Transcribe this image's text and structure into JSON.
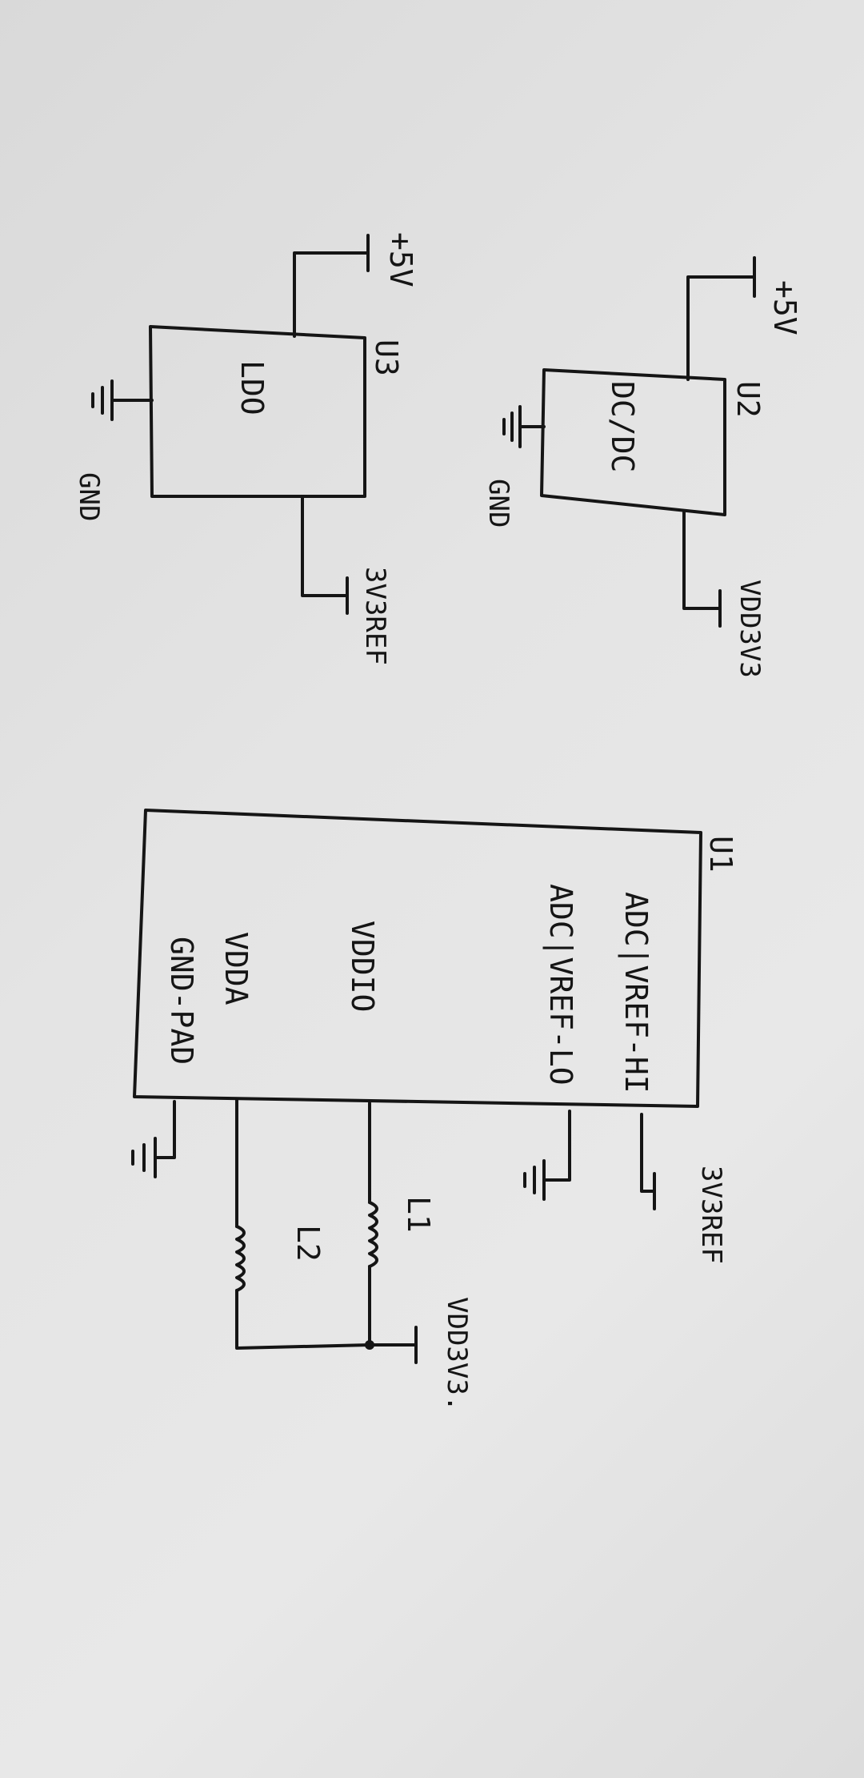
{
  "schematic": {
    "u2": {
      "ref": "U2",
      "name": "DC/DC",
      "input_net": "+5V",
      "ground_net": "GND",
      "output_net": "VDD3V3"
    },
    "u3": {
      "ref": "U3",
      "name": "LDO",
      "input_net": "+5V",
      "ground_net": "GND",
      "output_net": "3V3REF"
    },
    "u1": {
      "ref": "U1",
      "pins": [
        "ADC|VREF-HI",
        "ADC|VREF-LO",
        "VDDIO",
        "VDDA",
        "GND-PAD"
      ],
      "ref_net": "3V3REF",
      "supply_net": "VDD3V3."
    },
    "inductors": [
      "L1",
      "L2"
    ]
  }
}
